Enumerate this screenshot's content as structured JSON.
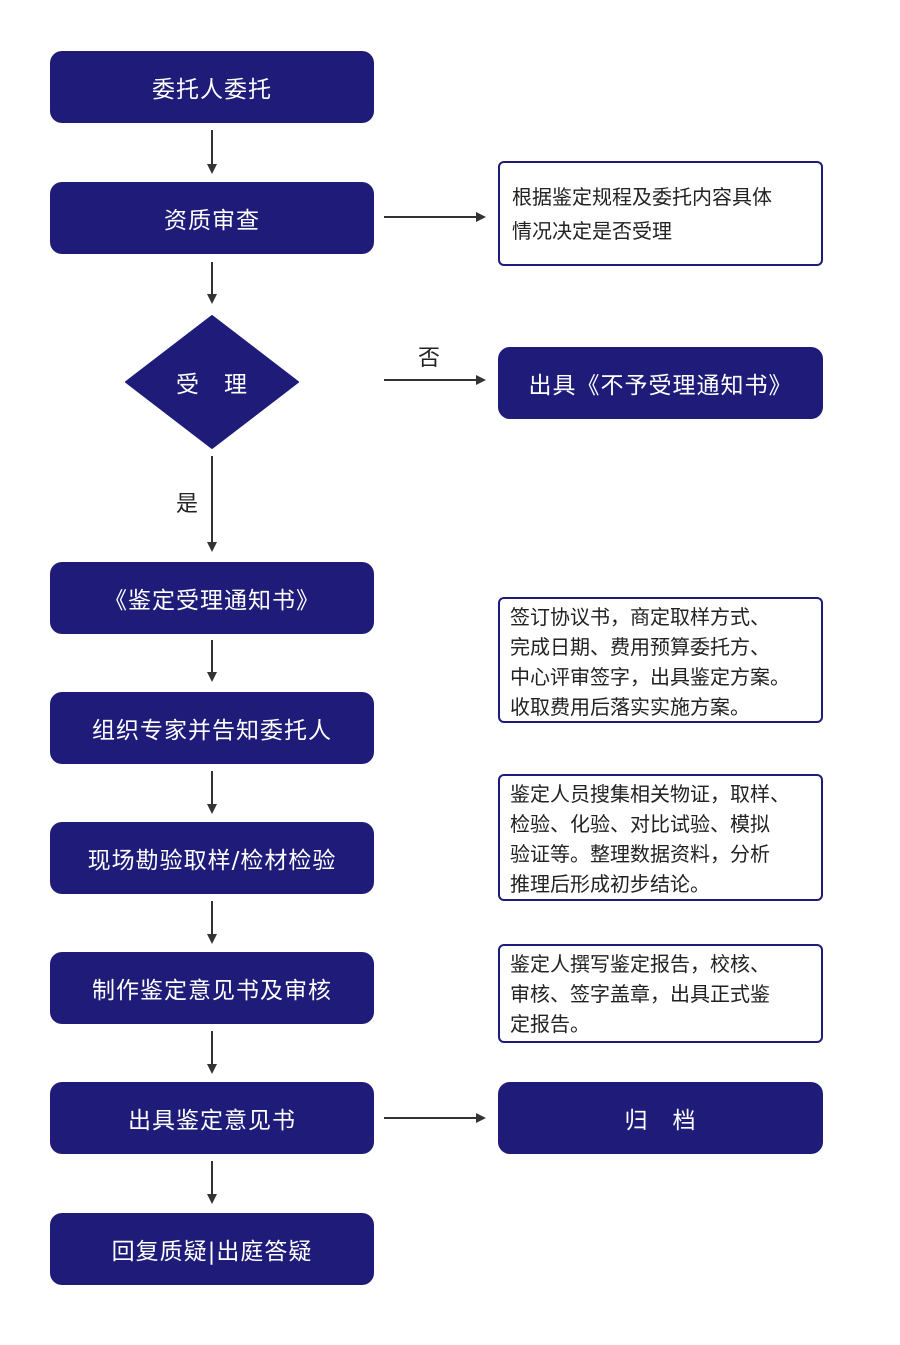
{
  "steps": {
    "entrust": "委托人委托",
    "qualification": "资质审查",
    "accept": "受　理",
    "notice": "《鉴定受理通知书》",
    "organize": "组织专家并告知委托人",
    "inspection": "现场勘验取样/检材检验",
    "draft": "制作鉴定意见书及审核",
    "issue": "出具鉴定意见书",
    "reply": "回复质疑|出庭答疑"
  },
  "side": {
    "qualification_note": "根据鉴定规程及委托内容具体\n情况决定是否受理",
    "reject": "出具《不予受理通知书》",
    "organize_note": "签订协议书，商定取样方式、\n完成日期、费用预算委托方、\n中心评审签字，出具鉴定方案。\n收取费用后落实实施方案。",
    "inspection_note": "鉴定人员搜集相关物证，取样、\n检验、化验、对比试验、模拟\n验证等。整理数据资料，分析\n推理后形成初步结论。",
    "draft_note": "鉴定人撰写鉴定报告，校核、\n审核、签字盖章，出具正式鉴\n定报告。",
    "archive": "归　档"
  },
  "labels": {
    "no": "否",
    "yes": "是"
  },
  "colors": {
    "box_fill": "#1f1c79",
    "arrow": "#333333"
  }
}
